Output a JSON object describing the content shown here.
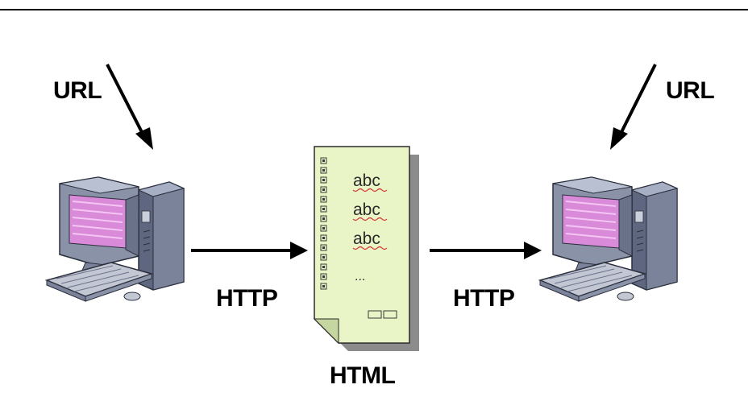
{
  "diagram": {
    "url_left": "URL",
    "url_right": "URL",
    "http_left": "HTTP",
    "http_right": "HTTP",
    "document_label": "HTML",
    "doc_lines": [
      "abc",
      "abc",
      "abc",
      "..."
    ],
    "colors": {
      "document_fill": "#e9f5c6",
      "document_shadow": "#8c8c8c",
      "screen": "#e08ee0",
      "monitor": "#9ba3b8",
      "tower": "#6f7790",
      "keyboard": "#c2c7d3",
      "arrow": "#000000"
    }
  }
}
